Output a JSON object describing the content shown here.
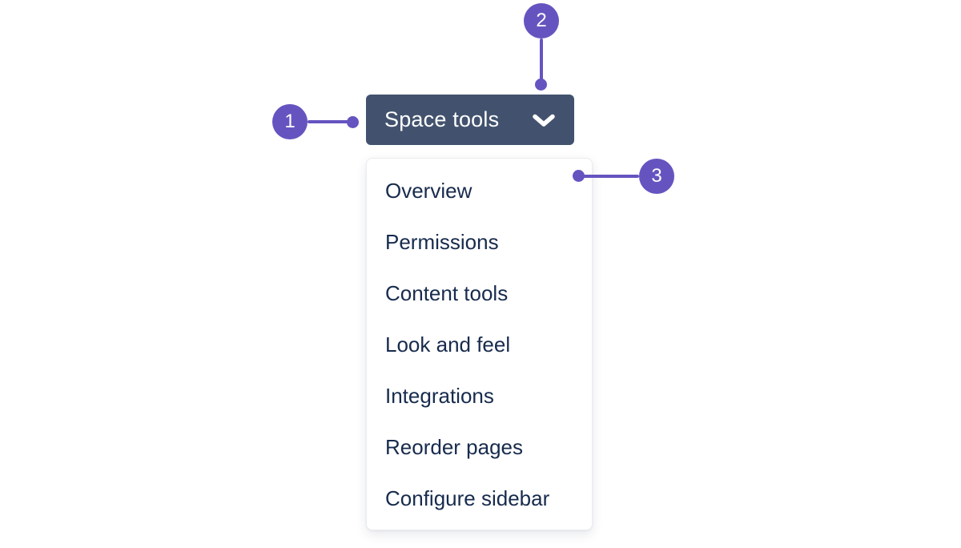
{
  "button": {
    "label": "Space tools",
    "icon": "chevron-down"
  },
  "menu": {
    "items": [
      {
        "label": "Overview"
      },
      {
        "label": "Permissions"
      },
      {
        "label": "Content tools"
      },
      {
        "label": "Look and feel"
      },
      {
        "label": "Integrations"
      },
      {
        "label": "Reorder pages"
      },
      {
        "label": "Configure sidebar"
      }
    ]
  },
  "callouts": [
    {
      "number": "1"
    },
    {
      "number": "2"
    },
    {
      "number": "3"
    }
  ],
  "colors": {
    "accent_purple": "#6554C0",
    "button_background": "#42526E",
    "button_text": "#FFFFFF",
    "menu_text": "#172B4D",
    "menu_border": "#EBECF0",
    "page_background": "#FFFFFF"
  }
}
